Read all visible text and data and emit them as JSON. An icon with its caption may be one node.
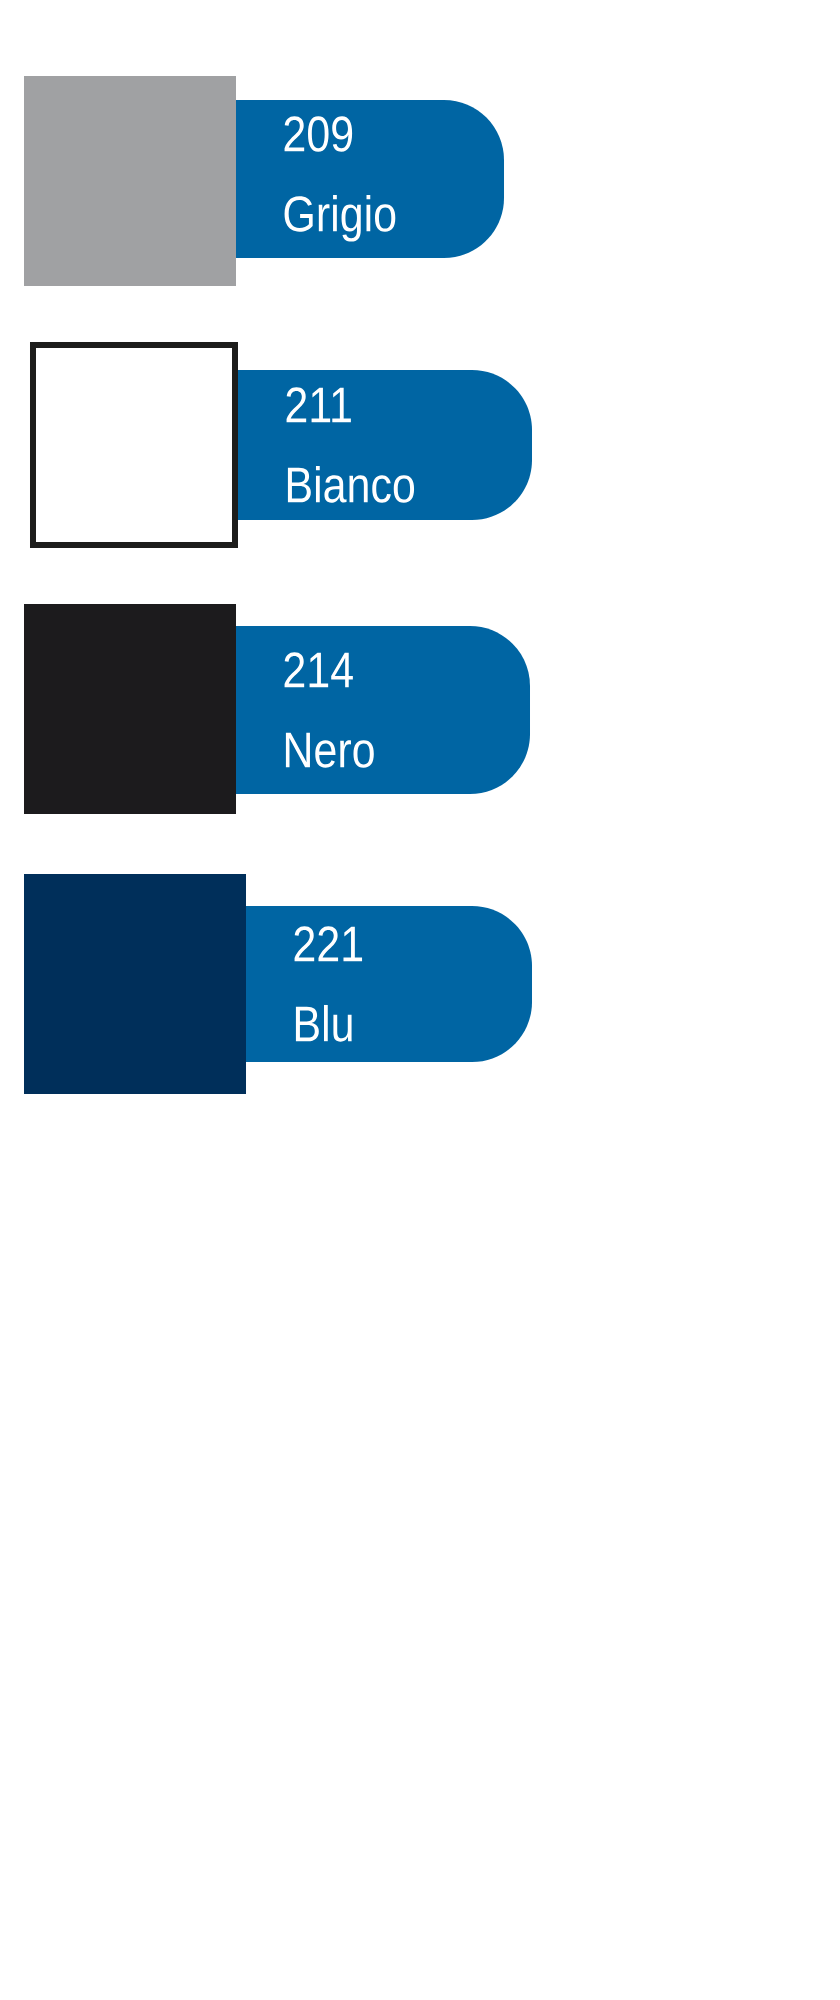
{
  "diagram": {
    "legend": [
      {
        "text": "209 Grigio",
        "color": "#a0a1a3"
      },
      {
        "text": "211 Bianco",
        "color": "#ffffff"
      },
      {
        "text": "214 Nero",
        "color": "#1c1b1d"
      },
      {
        "text": "221 Blu",
        "color": "#002f5a"
      }
    ]
  }
}
